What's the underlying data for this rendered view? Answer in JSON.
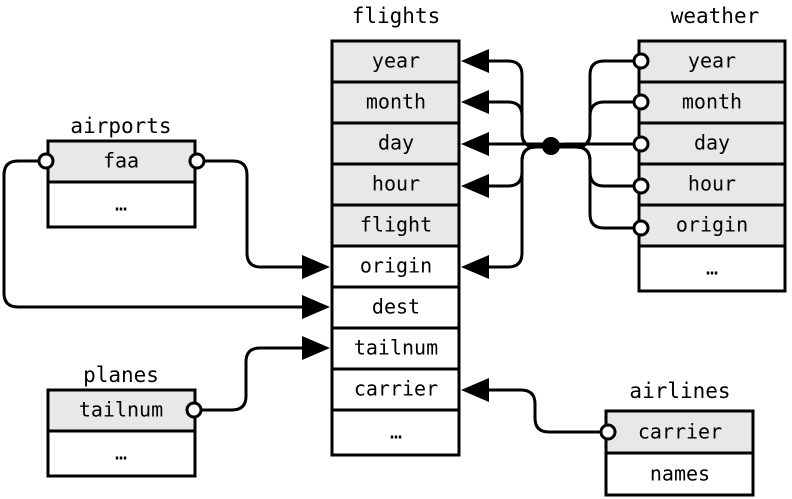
{
  "diagram": {
    "kind": "entity-relationship-diagram",
    "background_color": "#ffffff",
    "line_color": "#000000",
    "key_row_fill": "#e8e8e8",
    "plain_row_fill": "#ffffff",
    "ellipsis": "…"
  },
  "tables": {
    "flights": {
      "title": "flights",
      "fields": [
        {
          "label": "year",
          "key": true
        },
        {
          "label": "month",
          "key": true
        },
        {
          "label": "day",
          "key": true
        },
        {
          "label": "hour",
          "key": true
        },
        {
          "label": "flight",
          "key": true
        },
        {
          "label": "origin",
          "key": false
        },
        {
          "label": "dest",
          "key": false
        },
        {
          "label": "tailnum",
          "key": false
        },
        {
          "label": "carrier",
          "key": false
        },
        {
          "label": "…",
          "key": false
        }
      ]
    },
    "weather": {
      "title": "weather",
      "fields": [
        {
          "label": "year",
          "key": true
        },
        {
          "label": "month",
          "key": true
        },
        {
          "label": "day",
          "key": true
        },
        {
          "label": "hour",
          "key": true
        },
        {
          "label": "origin",
          "key": true
        },
        {
          "label": "…",
          "key": false
        }
      ]
    },
    "airports": {
      "title": "airports",
      "fields": [
        {
          "label": "faa",
          "key": true
        },
        {
          "label": "…",
          "key": false
        }
      ]
    },
    "planes": {
      "title": "planes",
      "fields": [
        {
          "label": "tailnum",
          "key": true
        },
        {
          "label": "…",
          "key": false
        }
      ]
    },
    "airlines": {
      "title": "airlines",
      "fields": [
        {
          "label": "carrier",
          "key": true
        },
        {
          "label": "names",
          "key": false
        }
      ]
    }
  },
  "relationships": [
    {
      "from": "weather.year",
      "to": "flights.year"
    },
    {
      "from": "weather.month",
      "to": "flights.month"
    },
    {
      "from": "weather.day",
      "to": "flights.day"
    },
    {
      "from": "weather.hour",
      "to": "flights.hour"
    },
    {
      "from": "weather.origin",
      "to": "flights.origin"
    },
    {
      "from": "airports.faa",
      "to": "flights.origin"
    },
    {
      "from": "airports.faa",
      "to": "flights.dest"
    },
    {
      "from": "planes.tailnum",
      "to": "flights.tailnum"
    },
    {
      "from": "airlines.carrier",
      "to": "flights.carrier"
    }
  ]
}
